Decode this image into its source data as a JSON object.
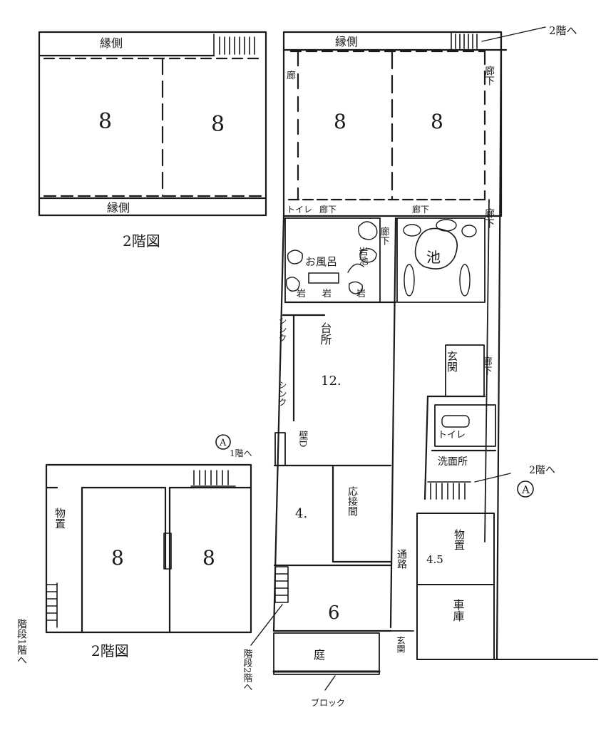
{
  "top_left_plan": {
    "caption": "2階図",
    "veranda_top": "縁側",
    "veranda_bottom": "縁側",
    "room_left": "8",
    "room_right": "8"
  },
  "main_plan": {
    "note_stairs_up": "2階へ",
    "veranda": "縁側",
    "room_left": "8",
    "room_right": "8",
    "corridor_left": "廊",
    "corridor_right_top": "廊下",
    "toilet_top": "トイレ",
    "corridor_mid_left": "廊下",
    "corridor_mid_right": "廊下",
    "corridor_right_mid": "廊下",
    "corridor_bath": "廊下",
    "bath": "お風呂",
    "rock_small_1": "岩",
    "rock_small_2": "岩",
    "rock_small_3": "岩",
    "rock_pond": "岩池",
    "pond": "池",
    "sink_1": "シンク",
    "sink_2": "シンク",
    "kitchen": "台所",
    "kitchen_size": "12.",
    "entrance": "玄関",
    "corridor_entrance": "廊下",
    "toilet_lower": "トイレ",
    "washroom": "洗面所",
    "stairs_note": "2階へ",
    "marker_a": "A",
    "door_label": "壁D",
    "room_4": "4.",
    "reception": "応接間",
    "storage": "物置",
    "storage_size": "4.5",
    "passage": "通路",
    "room_6": "6",
    "garage": "車庫",
    "entry_small": "玄関",
    "garden": "庭",
    "block": "ブロック",
    "stairs_2f": "階段2階へ"
  },
  "bottom_left_plan": {
    "caption": "2階図",
    "marker_a": "A",
    "note_1f": "1階へ",
    "storage": "物置",
    "room_left": "8",
    "room_right": "8",
    "stairs_note": "階段1階へ"
  }
}
